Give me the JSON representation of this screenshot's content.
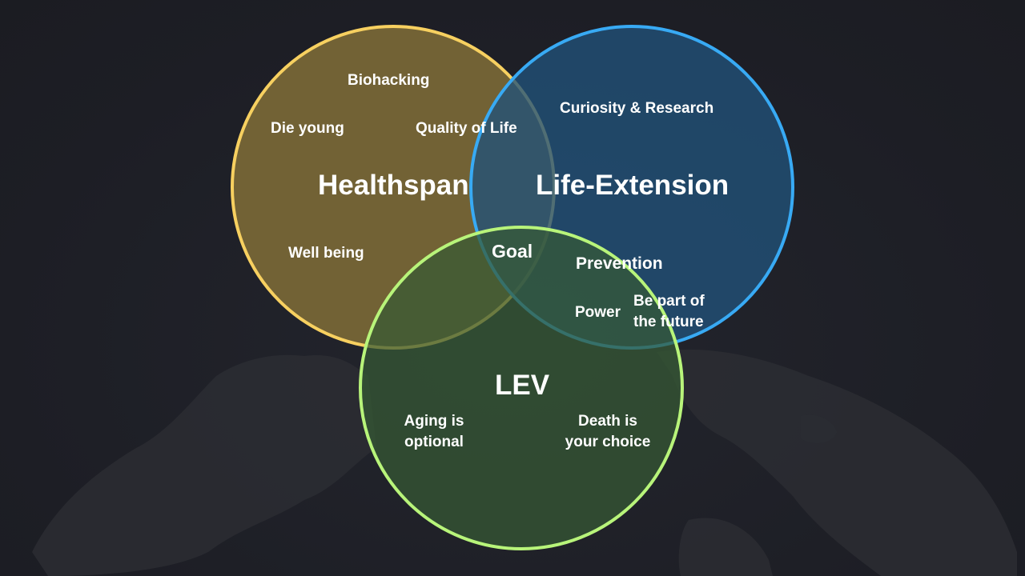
{
  "circles": [
    {
      "id": "healthspan",
      "title": "Healthspan",
      "fill": "#7a6836",
      "stroke": "#f7d060"
    },
    {
      "id": "life-extension",
      "title": "Life-Extension",
      "fill": "#21527a",
      "stroke": "#38aaf4"
    },
    {
      "id": "lev",
      "title": "LEV",
      "fill": "#365a34",
      "stroke": "#b8f47a"
    }
  ],
  "center": {
    "label": "Goal"
  },
  "items": {
    "biohacking": "Biohacking",
    "die_young": "Die young",
    "quality_of_life": "Quality of Life",
    "curiosity_research": "Curiosity & Research",
    "well_being": "Well being",
    "prevention": "Prevention",
    "power": "Power",
    "be_part_future_1": "Be part of",
    "be_part_future_2": "the future",
    "aging_optional_1": "Aging is",
    "aging_optional_2": "optional",
    "death_choice_1": "Death is",
    "death_choice_2": "your choice"
  },
  "colors": {
    "background": "#1e1f26",
    "globe_land": "#2c2e33",
    "text": "#ffffff"
  }
}
